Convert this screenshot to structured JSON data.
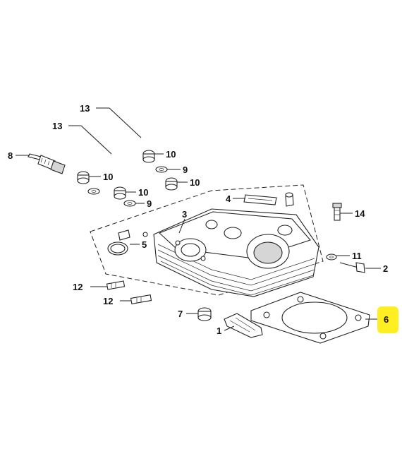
{
  "callouts": [
    {
      "id": "c13a",
      "label": "13",
      "part": "long-stud"
    },
    {
      "id": "c13b",
      "label": "13",
      "part": "long-stud"
    },
    {
      "id": "c8",
      "label": "8",
      "part": "spark-plug"
    },
    {
      "id": "c10a",
      "label": "10",
      "part": "cap-nut"
    },
    {
      "id": "c9a",
      "label": "9",
      "part": "washer"
    },
    {
      "id": "c10b",
      "label": "10",
      "part": "cap-nut"
    },
    {
      "id": "c10c",
      "label": "10",
      "part": "cap-nut"
    },
    {
      "id": "c10d",
      "label": "10",
      "part": "cap-nut"
    },
    {
      "id": "c9b",
      "label": "9",
      "part": "washer"
    },
    {
      "id": "c4",
      "label": "4",
      "part": "gasket-strip"
    },
    {
      "id": "c3",
      "label": "3",
      "part": "cylinder-head"
    },
    {
      "id": "c14",
      "label": "14",
      "part": "stud-bolt"
    },
    {
      "id": "c5",
      "label": "5",
      "part": "o-ring"
    },
    {
      "id": "c11",
      "label": "11",
      "part": "washer"
    },
    {
      "id": "c2",
      "label": "2",
      "part": "bolt"
    },
    {
      "id": "c12a",
      "label": "12",
      "part": "dowel-pin"
    },
    {
      "id": "c12b",
      "label": "12",
      "part": "dowel-pin"
    },
    {
      "id": "c7",
      "label": "7",
      "part": "plug"
    },
    {
      "id": "c1",
      "label": "1",
      "part": "chain-guide"
    },
    {
      "id": "c6",
      "label": "6",
      "part": "cylinder-head-gasket",
      "highlighted": true
    }
  ],
  "colors": {
    "line": "#222222",
    "highlight": "#ffee22",
    "background": "#ffffff"
  }
}
